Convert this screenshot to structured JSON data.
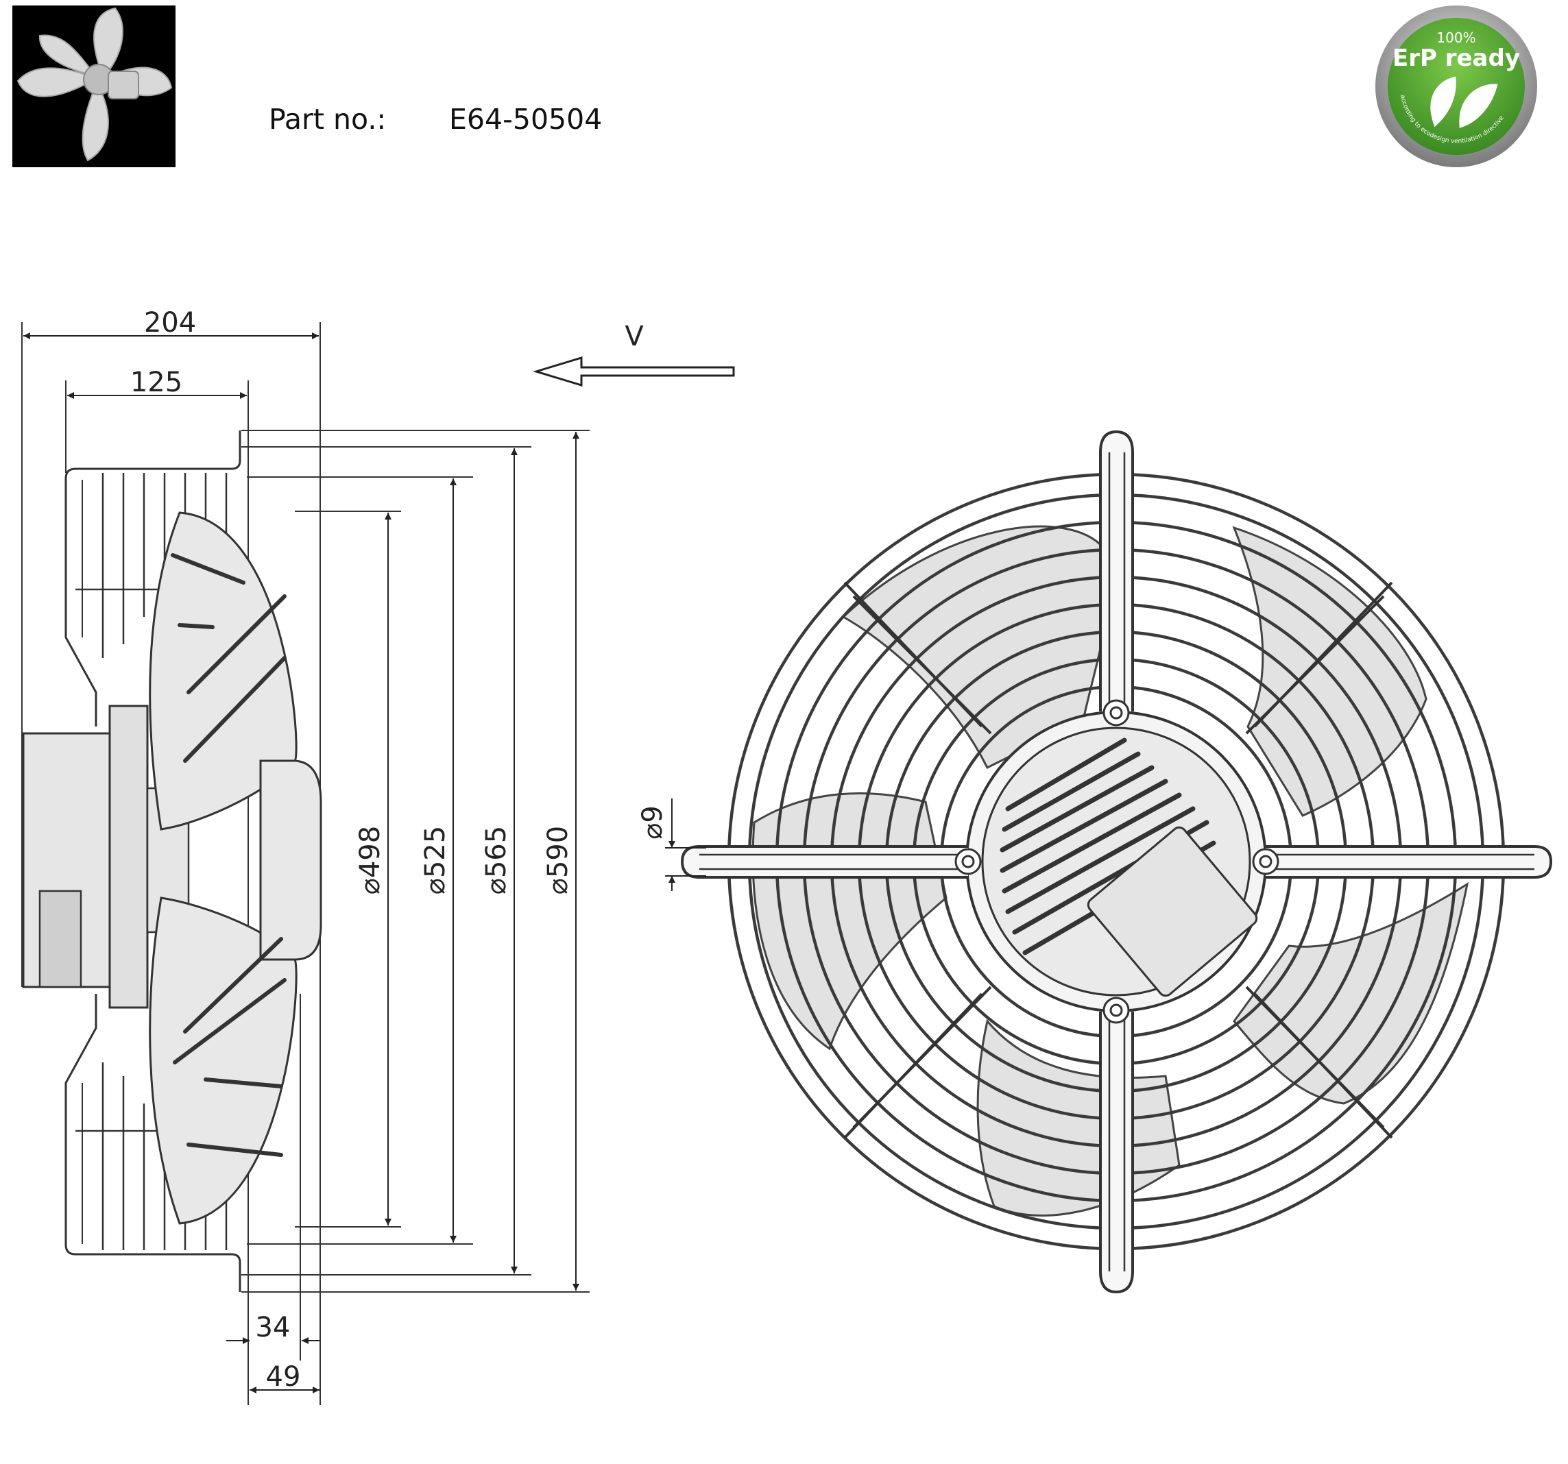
{
  "header": {
    "part_label": "Part no.:",
    "part_number": "E64-50504"
  },
  "badge": {
    "top_text": "100%",
    "main_text": "ErP ready",
    "ring_text": "according to ecodesign ventilation directive",
    "icon": "leaf-icon",
    "colors": {
      "green": "#4a9e2f",
      "ring": "#8c8c8c"
    }
  },
  "thumbnail": {
    "icon": "fan-impeller-icon"
  },
  "side_view": {
    "dims": {
      "width_total": "204",
      "width_guard": "125",
      "offset_a": "34",
      "offset_b": "49",
      "dia_1": "⌀498",
      "dia_2": "⌀525",
      "dia_3": "⌀565",
      "dia_4": "⌀590"
    }
  },
  "airflow": {
    "label": "V",
    "icon": "arrow-left-icon"
  },
  "front_view": {
    "hole_dim": "⌀9"
  }
}
